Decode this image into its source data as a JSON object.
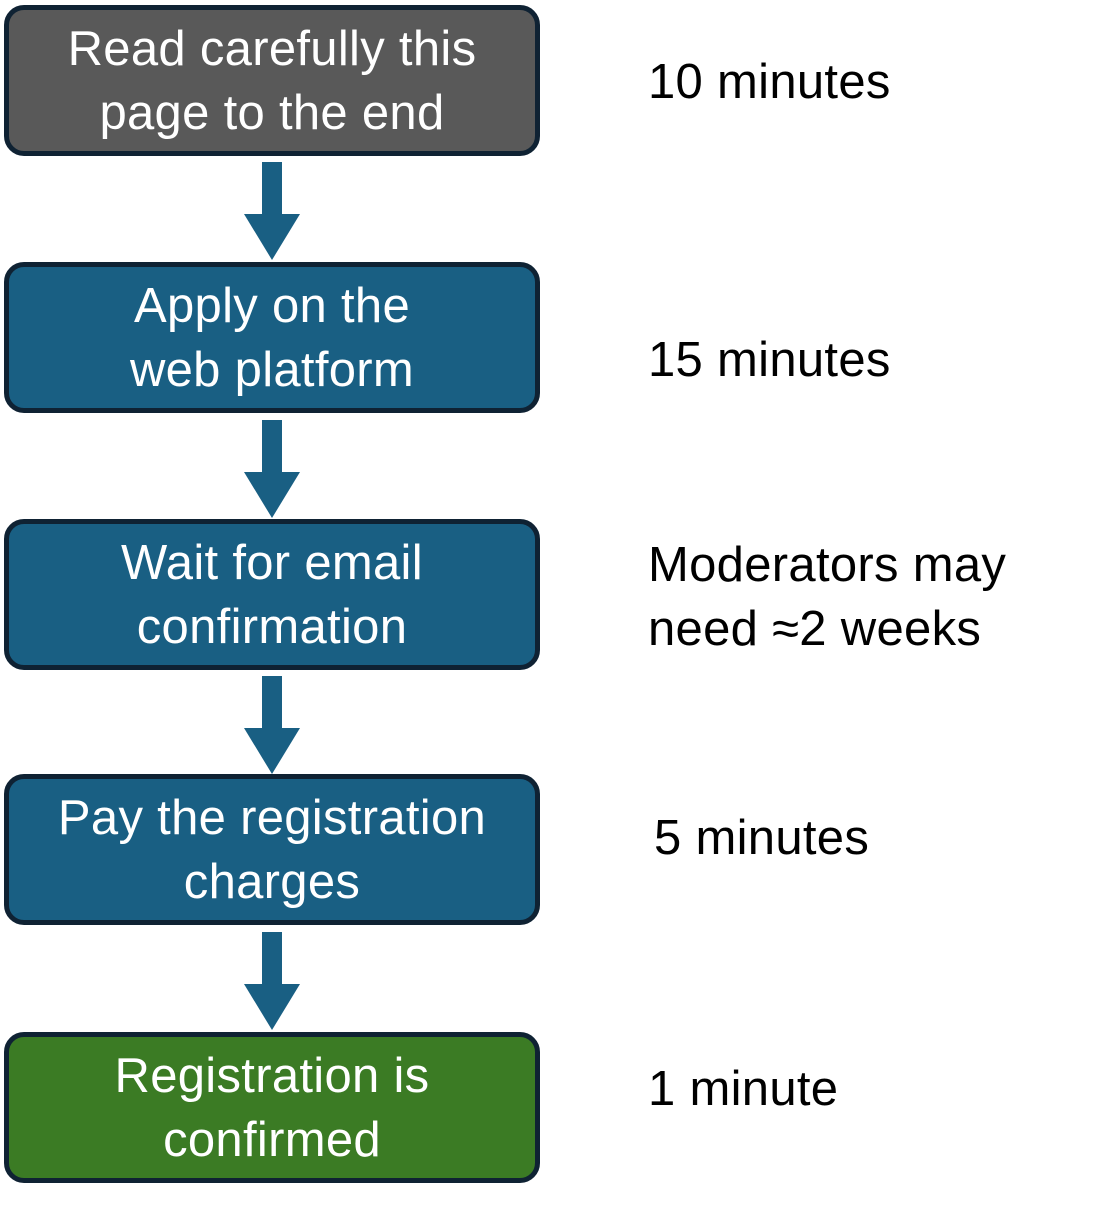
{
  "steps": [
    {
      "label": "Read carefully this\npage to the end",
      "duration": "10 minutes",
      "color": "#595959"
    },
    {
      "label": "Apply on the\nweb platform",
      "duration": "15 minutes",
      "color": "#195f83"
    },
    {
      "label": "Wait for email\nconfirmation",
      "duration": "Moderators may\nneed ≈2 weeks",
      "color": "#195f83"
    },
    {
      "label": "Pay the registration\ncharges",
      "duration": "5 minutes",
      "color": "#195f83"
    },
    {
      "label": "Registration is\nconfirmed",
      "duration": "1 minute",
      "color": "#3b7b24"
    }
  ],
  "arrow_color": "#195f83",
  "box_border_color": "#0f2233"
}
